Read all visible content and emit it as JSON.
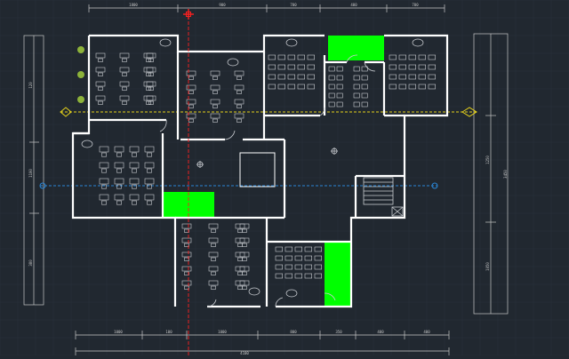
{
  "drawing": {
    "background_color": "#212830",
    "grid_color": "#2b333d",
    "wall_color": "#ffffff",
    "furniture_color": "#c9ccd1",
    "dimension_color": "#c8c8c8",
    "highlight_color": "#00ff00",
    "plant_color": "#8db33a",
    "ucs_red": "#ff2020",
    "axis_blue": "#2a86d6",
    "axis_yellow": "#e6d21a"
  },
  "dimensions": {
    "top": [
      "1800",
      "900",
      "700",
      "400",
      "700"
    ],
    "bottom": [
      "1000",
      "100",
      "1000",
      "800",
      "350",
      "400",
      "400"
    ],
    "overall_bottom": "4100",
    "left": [
      "120",
      "1100",
      "380"
    ],
    "right": [
      "1250",
      "3450",
      "1050"
    ]
  },
  "cursor": {
    "crosshair_icon": "ucs-crosshair-icon"
  }
}
